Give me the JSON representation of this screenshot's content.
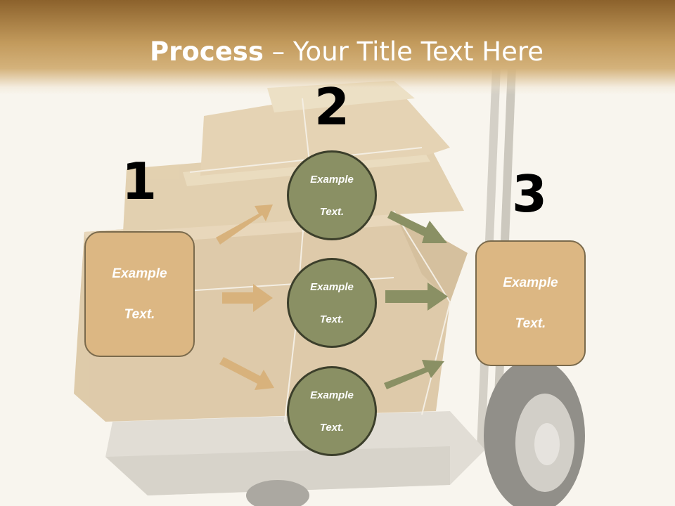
{
  "title": {
    "bold": "Process",
    "rest": " – Your Title Text Here"
  },
  "steps": {
    "one": "1",
    "two": "2",
    "three": "3"
  },
  "left_box": {
    "line1": "Example",
    "line2": "Text."
  },
  "right_box": {
    "line1": "Example",
    "line2": "Text."
  },
  "circles": [
    {
      "line1": "Example",
      "line2": "Text."
    },
    {
      "line1": "Example",
      "line2": "Text."
    },
    {
      "line1": "Example",
      "line2": "Text."
    }
  ],
  "colors": {
    "title_bar": "#8c622c",
    "box_fill": "#dcb783",
    "circle_fill": "#8a9064",
    "arrow_left": "#d8b27c",
    "arrow_right": "#8a9064"
  }
}
